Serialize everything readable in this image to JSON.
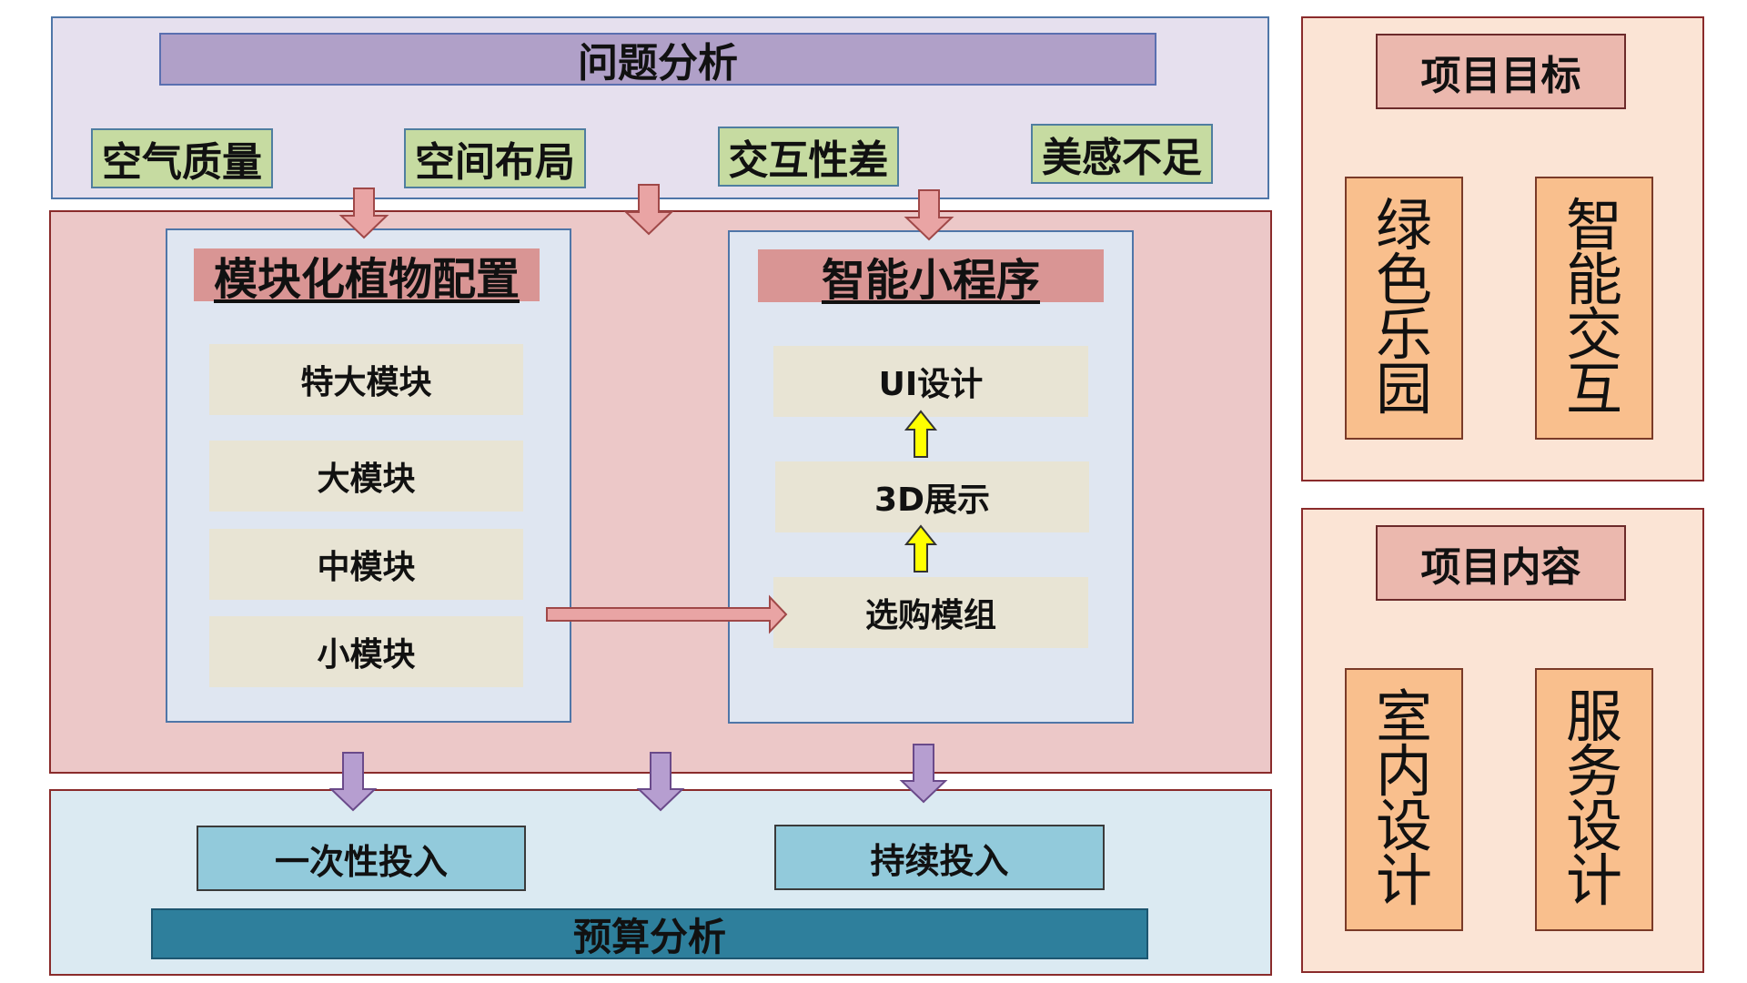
{
  "problem": {
    "title": "问题分析",
    "tags": [
      "空气质量",
      "空间布局",
      "交互性差",
      "美感不足"
    ]
  },
  "modular": {
    "title": "模块化植物配置",
    "items": [
      "特大模块",
      "大模块",
      "中模块",
      "小模块"
    ]
  },
  "app": {
    "title": "智能小程序",
    "items": [
      "UI设计",
      "3D展示",
      "选购模组"
    ]
  },
  "budget": {
    "title": "预算分析",
    "items": [
      "一次性投入",
      "持续投入"
    ]
  },
  "goal": {
    "title": "项目目标",
    "items": [
      "绿色乐园",
      "智能交互"
    ]
  },
  "content": {
    "title": "项目内容",
    "items": [
      "室内设计",
      "服务设计"
    ]
  },
  "colors": {
    "arrow_pink": "#e9a4a4",
    "arrow_purple": "#b69ed0",
    "arrow_yellow": "#ffff00"
  }
}
